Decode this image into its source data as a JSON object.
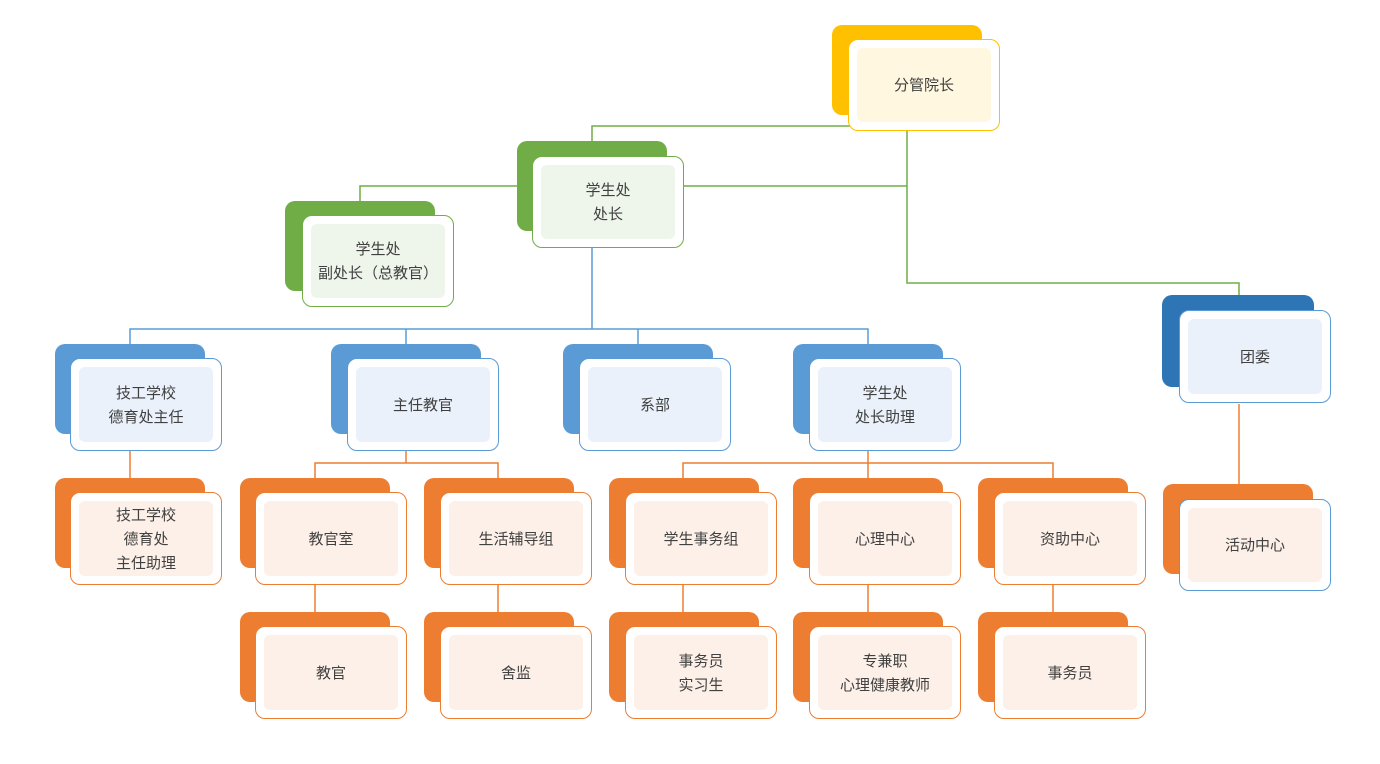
{
  "nodes": {
    "dean": "分管院长",
    "director": "学生处\n处长",
    "deputy": "学生处\n副处长（总教官）",
    "league": "团委",
    "activity": "活动中心",
    "school_head": "技工学校\n德育处主任",
    "chief_instructor": "主任教官",
    "departments": "系部",
    "assistant": "学生处\n处长助理",
    "school_assistant": "技工学校\n德育处\n主任助理",
    "instructor_office": "教官室",
    "life_guidance": "生活辅导组",
    "student_affairs": "学生事务组",
    "psych_center": "心理中心",
    "aid_center": "资助中心",
    "instructor": "教官",
    "dorm_supervisor": "舍监",
    "clerk_intern": "事务员\n实习生",
    "psych_teacher": "专兼职\n心理健康教师",
    "clerk": "事务员"
  },
  "colors": {
    "gold": "#ffc000",
    "green": "#70ad47",
    "blue": "#5b9bd5",
    "navy": "#2e75b6",
    "orange": "#ed7d31"
  }
}
